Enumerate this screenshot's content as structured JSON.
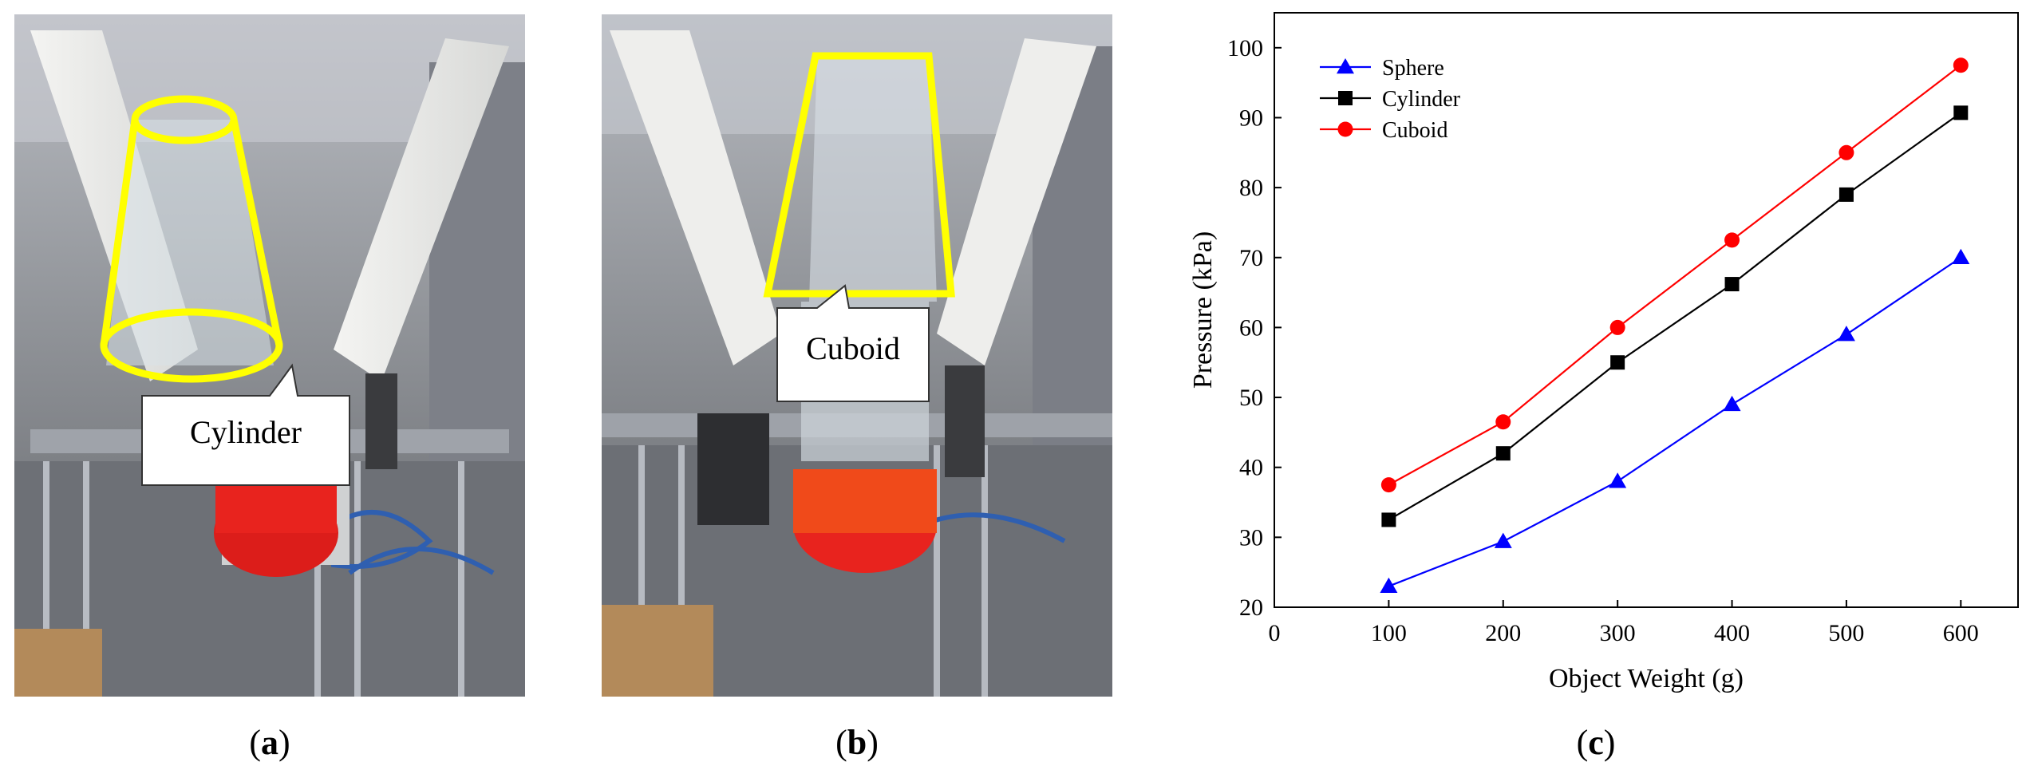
{
  "panels": [
    {
      "id": "a",
      "letter": "a",
      "callout": "Cylinder"
    },
    {
      "id": "b",
      "letter": "b",
      "callout": "Cuboid"
    },
    {
      "id": "c",
      "letter": "c"
    }
  ],
  "colors": {
    "sphere": "#0000ff",
    "cylinder": "#000000",
    "cuboid": "#ff0000",
    "outline": "#ffff00",
    "cap": "#e8231e"
  },
  "chart_data": {
    "type": "line",
    "xlabel": "Object Weight (g)",
    "ylabel": "Pressure (kPa)",
    "xlim": [
      0,
      650
    ],
    "ylim": [
      20,
      105
    ],
    "xticks": [
      0,
      100,
      200,
      300,
      400,
      500,
      600
    ],
    "yticks": [
      20,
      30,
      40,
      50,
      60,
      70,
      80,
      90,
      100
    ],
    "x": [
      100,
      200,
      300,
      400,
      500,
      600
    ],
    "legend_position": "top-left",
    "series": [
      {
        "name": "Sphere",
        "marker": "triangle",
        "color": "#0000ff",
        "values": [
          23,
          29.4,
          38,
          49,
          59,
          70
        ]
      },
      {
        "name": "Cylinder",
        "marker": "square",
        "color": "#000000",
        "values": [
          32.5,
          42,
          55,
          66.2,
          79,
          90.7
        ]
      },
      {
        "name": "Cuboid",
        "marker": "circle",
        "color": "#ff0000",
        "values": [
          37.5,
          46.5,
          60,
          72.5,
          85,
          97.5
        ]
      }
    ]
  }
}
